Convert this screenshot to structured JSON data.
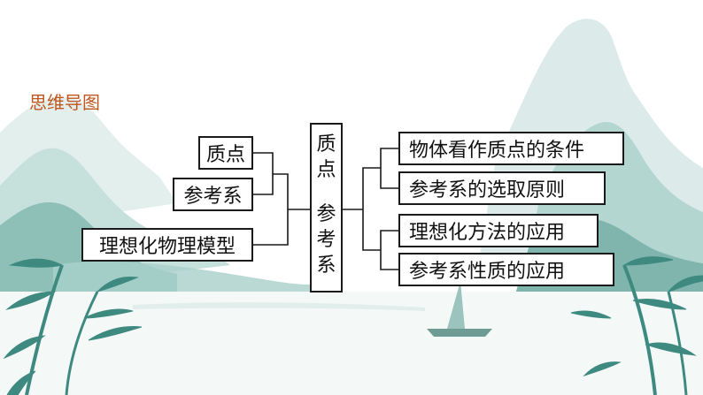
{
  "header": {
    "title": "思维导图"
  },
  "colors": {
    "title": "#c0571f",
    "mountain_far": "#dcebe9",
    "mountain_mid": "#b9d8d3",
    "mountain_near": "#7fb5ad",
    "mountain_dark": "#4f958b",
    "bamboo": "#3f8a80",
    "line": "#1a1a1a"
  },
  "mindmap": {
    "center": {
      "chars_top": [
        "质",
        "点"
      ],
      "chars_bottom": [
        "参",
        "考",
        "系"
      ]
    },
    "left_items": [
      "质点",
      "参考系",
      "理想化物理模型"
    ],
    "right_items": [
      "物体看作质点的条件",
      "参考系的选取原则",
      "理想化方法的应用",
      "参考系性质的应用"
    ]
  }
}
